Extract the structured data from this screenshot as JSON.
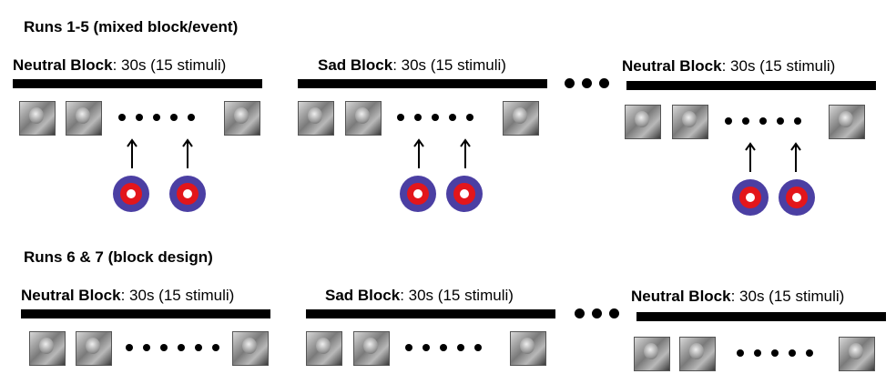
{
  "section1": {
    "title": "Runs 1-5 (mixed block/event)",
    "blocks": [
      {
        "name": "Neutral Block",
        "detail": ": 30s (15 stimuli)"
      },
      {
        "name": "Sad Block",
        "detail": ": 30s (15 stimuli)"
      },
      {
        "name": "Neutral Block",
        "detail": ": 30s (15 stimuli)"
      }
    ]
  },
  "section2": {
    "title": "Runs 6 & 7 (block design)",
    "blocks": [
      {
        "name": "Neutral Block",
        "detail": ": 30s (15 stimuli)"
      },
      {
        "name": "Sad Block",
        "detail": ": 30s (15 stimuli)"
      },
      {
        "name": "Neutral Block",
        "detail": ": 30s (15 stimuli)"
      }
    ]
  },
  "colors": {
    "bar": "#000000",
    "target_outer": "#4b3fa3",
    "target_ring": "#e3161b",
    "target_inner": "#ffffff"
  },
  "icons": {
    "stimulus": "face-photo-icon",
    "probe": "bullseye-target-icon",
    "onset": "up-arrow-icon",
    "continuation": "ellipsis-dots"
  }
}
